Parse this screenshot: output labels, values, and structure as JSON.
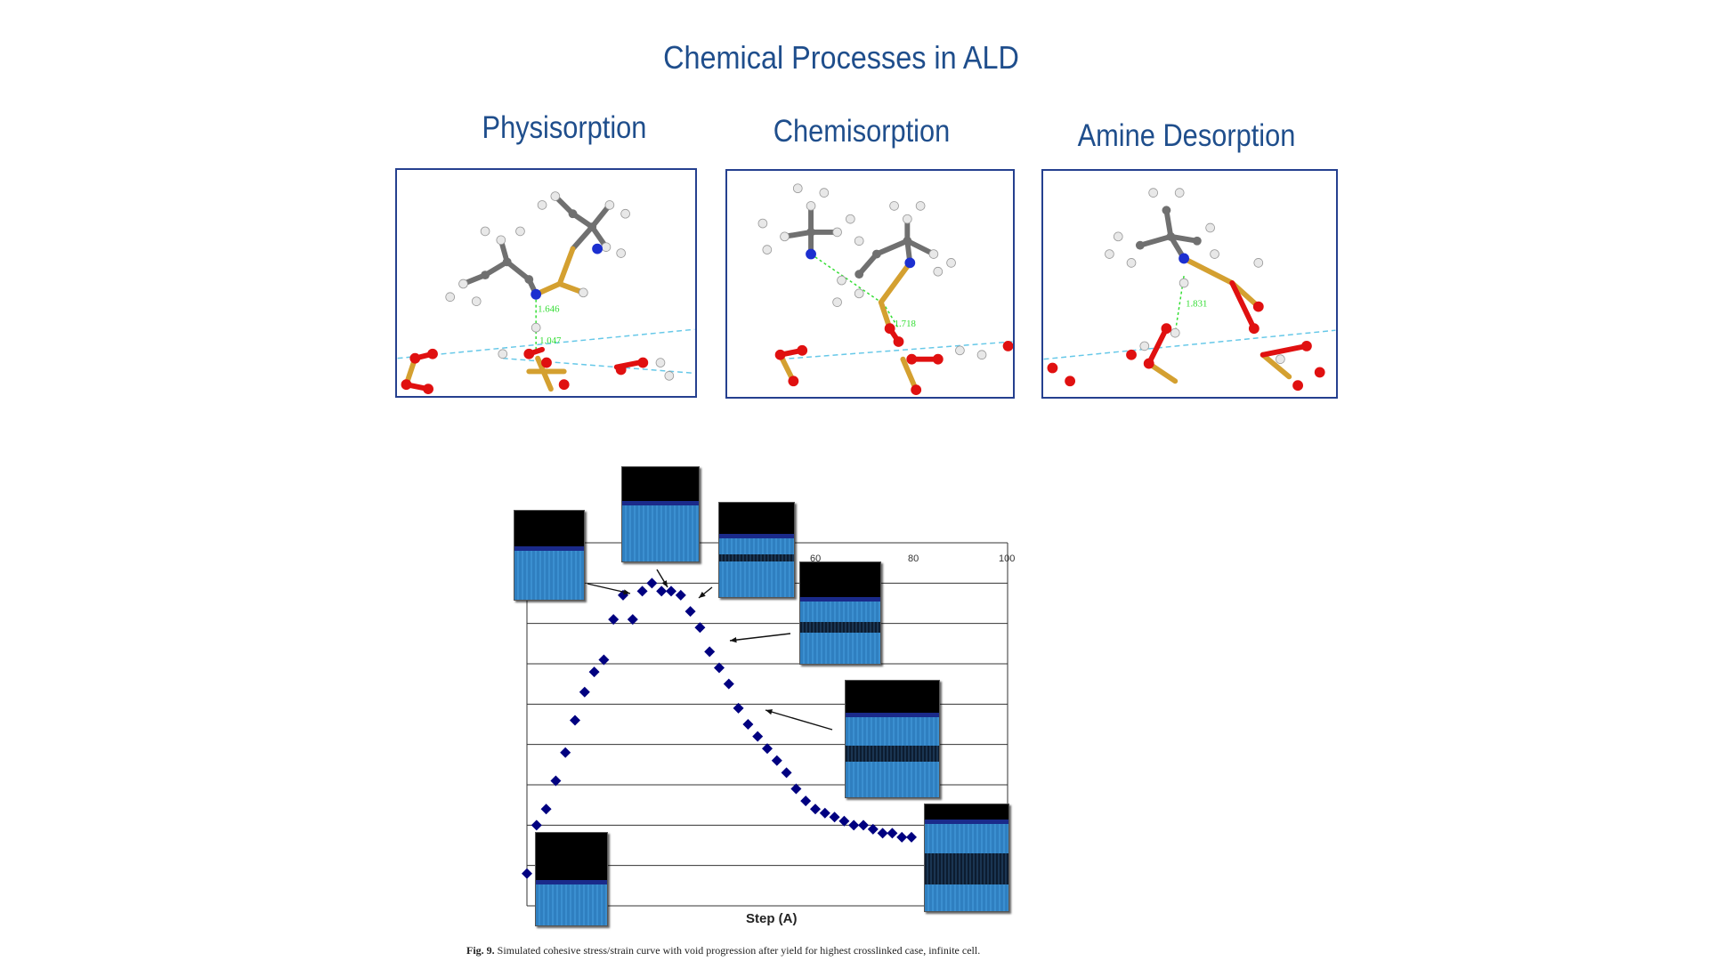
{
  "slide": {
    "title": "Chemical Processes in ALD"
  },
  "panels": [
    {
      "label": "Physisorption",
      "distances": [
        "1.646",
        "1.047"
      ]
    },
    {
      "label": "Chemisorption",
      "distances": [
        "1.718"
      ]
    },
    {
      "label": "Amine Desorption",
      "distances": [
        "1.831"
      ]
    }
  ],
  "colors": {
    "title_blue": "#1f4e8c",
    "frame_blue": "#25408f",
    "marker_navy": "#000080",
    "carbon": "#707070",
    "hydrogen": "#e8e8e8",
    "nitrogen": "#1c2fd0",
    "oxygen": "#e01010",
    "silicon": "#d4a030",
    "h_bond": "#33dd33",
    "dashed_cyan": "#66c8e8"
  },
  "chart_data": {
    "type": "scatter",
    "xlabel": "Step (A)",
    "x_ticks": [
      60,
      80,
      100
    ],
    "xlim": [
      0,
      100
    ],
    "ylim": [
      0,
      9
    ],
    "grid": true,
    "caption_label": "Fig. 9.",
    "caption_text": "Simulated cohesive stress/strain curve with void progression after yield for highest crosslinked case, infinite cell.",
    "x": [
      0,
      2,
      4,
      6,
      8,
      10,
      12,
      14,
      16,
      18,
      20,
      22,
      24,
      26,
      28,
      30,
      32,
      34,
      36,
      38,
      40,
      42,
      44,
      46,
      48,
      50,
      52,
      54,
      56,
      58,
      60,
      62,
      64,
      66,
      68,
      70,
      72,
      74,
      76,
      78,
      80
    ],
    "y": [
      0.8,
      2.0,
      2.4,
      3.1,
      3.8,
      4.6,
      5.3,
      5.8,
      6.1,
      7.1,
      7.7,
      7.1,
      7.8,
      8.0,
      7.8,
      7.8,
      7.7,
      7.3,
      6.9,
      6.3,
      5.9,
      5.5,
      4.9,
      4.5,
      4.2,
      3.9,
      3.6,
      3.3,
      2.9,
      2.6,
      2.4,
      2.3,
      2.2,
      2.1,
      2.0,
      2.0,
      1.9,
      1.8,
      1.8,
      1.7,
      1.7
    ]
  }
}
